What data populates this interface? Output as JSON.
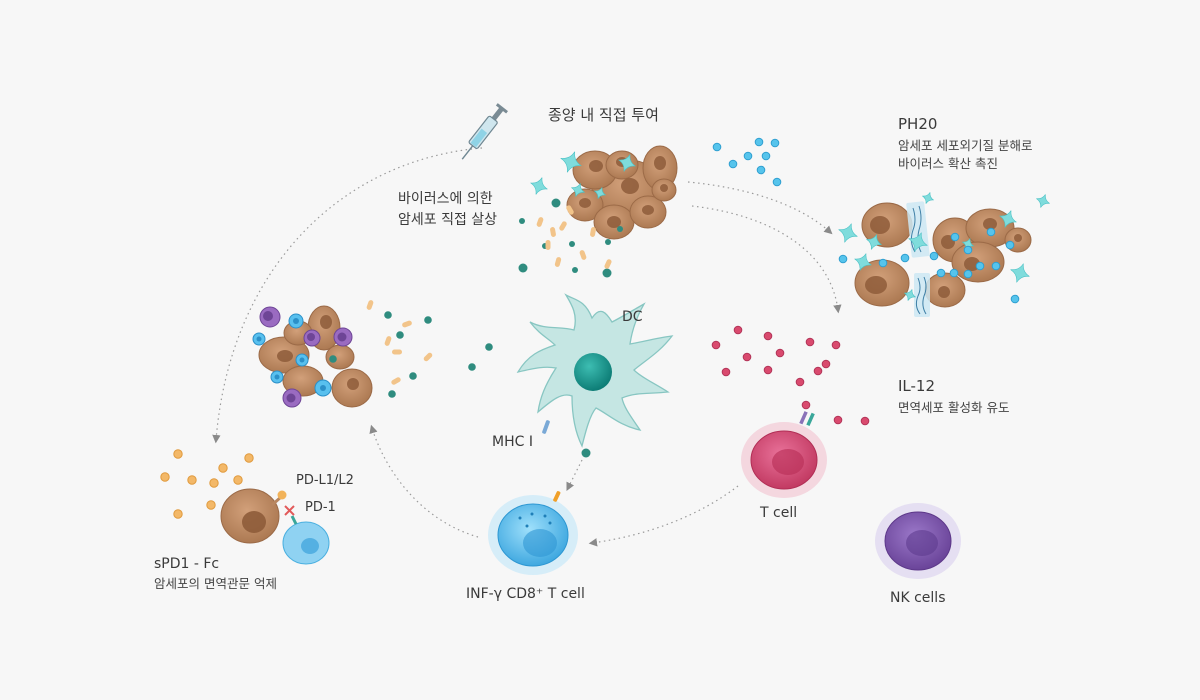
{
  "labels": {
    "injection": "종양 내 직접 투여",
    "oncolysis": [
      "바이러스에 의한",
      "암세포 직접 살상"
    ],
    "ph20_title": "PH20",
    "ph20_desc": [
      "암세포 세포외기질 분해로",
      "바이러스 확산 촉진"
    ],
    "dc": "DC",
    "mhc": "MHC I",
    "il12_title": "IL-12",
    "il12_desc": "면역세포 활성화 유도",
    "tcell": "T cell",
    "nkcells": "NK cells",
    "cd8": "INF-γ CD8⁺ T cell",
    "pdl": "PD-L1/L2",
    "pd1": "PD-1",
    "spd1_title": "sPD1 - Fc",
    "spd1_desc": "암세포의 면역관문 억제"
  },
  "colors": {
    "tumor": "#b88660",
    "tumor_dark": "#8c5a38",
    "virus": "#7fdcdc",
    "dc_body": "#bfe3e1",
    "dc_nucleus": "#1f9c94",
    "tcell": "#d2496f",
    "nk": "#7c55a8",
    "cd8": "#4cb3e8",
    "il12_dot": "#d94a6e",
    "ph20_dot": "#56c4ec",
    "antigen_dot": "#2f8c7f",
    "fragment": "#f2c48a"
  }
}
